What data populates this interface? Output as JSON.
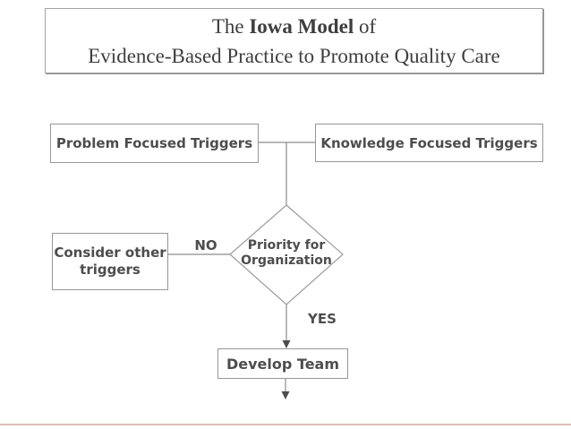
{
  "title": {
    "line1_pre": "The ",
    "line1_bold": "Iowa Model",
    "line1_post": " of",
    "line2": "Evidence-Based Practice to Promote Quality Care"
  },
  "nodes": {
    "problem_triggers": "Problem Focused Triggers",
    "knowledge_triggers": "Knowledge Focused Triggers",
    "consider_other": {
      "line1": "Consider other",
      "line2": "triggers"
    },
    "decision": {
      "line1": "Priority for",
      "line2": "Organization"
    },
    "develop_team": "Develop Team"
  },
  "labels": {
    "no": "NO",
    "yes": "YES"
  },
  "colors": {
    "connector_line": "#8c8c8c",
    "box_border": "#979797",
    "label_text": "#4d4d4d",
    "title_text": "#3e3e3e",
    "arrowhead": "#4c4c4c",
    "footer_accent": "#ddbdb6",
    "background": "#ffffff"
  }
}
